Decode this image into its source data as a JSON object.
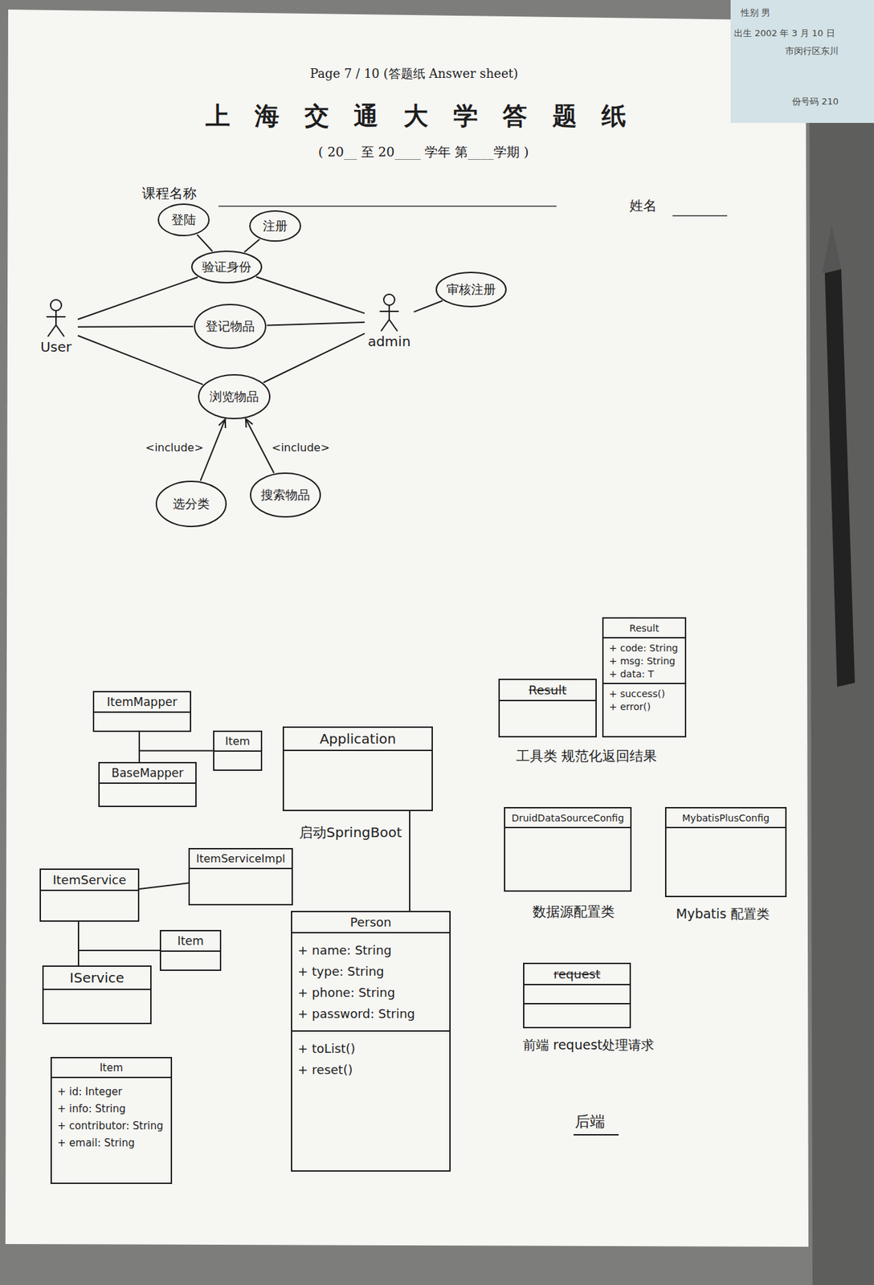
{
  "diagram": {
    "title": "上 海 交 通 大 学 答 题 纸",
    "nodes": [
      {
        "text": [
          "登陆"
        ]
      },
      {
        "text": [
          "注册"
        ]
      },
      {
        "text": [
          "验证身份"
        ]
      },
      {
        "text": [
          "User"
        ]
      },
      {
        "text": [
          "登记物品"
        ]
      },
      {
        "text": [
          "admin"
        ]
      },
      {
        "text": [
          "审核注册"
        ]
      },
      {
        "text": [
          "浏览物品"
        ]
      },
      {
        "text": [
          "搜索物品"
        ]
      },
      {
        "text": [
          "选分类"
        ]
      },
      {
        "text": [
          "Result",
          "+ code: String",
          "+ msg: String",
          "+ data: T",
          "+ success()",
          "+ error()"
        ]
      },
      {
        "text": [
          "ItemMapper"
        ]
      },
      {
        "text": [
          "Result"
        ]
      },
      {
        "text": [
          "Item"
        ]
      },
      {
        "text": [
          "Application"
        ]
      },
      {
        "text": [
          "BaseMapper"
        ]
      },
      {
        "text": [
          "DruidDataSourceConfig"
        ]
      },
      {
        "text": [
          "MybatisPlusConfig"
        ]
      },
      {
        "text": [
          "ItemServiceImpl"
        ]
      },
      {
        "text": [
          "ItemService"
        ]
      },
      {
        "text": [
          "Item"
        ]
      },
      {
        "text": [
          "Person",
          "+ name: String",
          "+ type: String",
          "+ phone: String",
          "+ password: String",
          "+ toList()",
          "+ reset()"
        ]
      },
      {
        "text": [
          "IService"
        ]
      },
      {
        "text": [
          "request"
        ]
      },
      {
        "text": [
          "Item",
          "+ id: Integer",
          "+ info: String",
          "+ contributor: String",
          "+ email: String"
        ]
      }
    ],
    "edges": [
      {
        "from": 3,
        "to": 2,
        "arrow": "none"
      },
      {
        "from": 3,
        "to": 4,
        "arrow": "none"
      },
      {
        "from": 3,
        "to": 7,
        "arrow": "none"
      },
      {
        "from": 5,
        "to": 2,
        "arrow": "none"
      },
      {
        "from": 5,
        "to": 4,
        "arrow": "none"
      },
      {
        "from": 5,
        "to": 7,
        "arrow": "none"
      },
      {
        "from": 5,
        "to": 6,
        "arrow": "none"
      },
      {
        "from": 0,
        "to": 2,
        "arrow": "none"
      },
      {
        "from": 1,
        "to": 2,
        "arrow": "none"
      },
      {
        "from": 9,
        "to": 7,
        "arrow": "to",
        "label": "<include>"
      },
      {
        "from": 8,
        "to": 7,
        "arrow": "to",
        "label": "<include>"
      },
      {
        "from": 11,
        "to": 15,
        "arrow": "none"
      },
      {
        "from": 13,
        "to": 15,
        "arrow": "none"
      },
      {
        "from": 19,
        "to": 18,
        "arrow": "none"
      },
      {
        "from": 19,
        "to": 22,
        "arrow": "none"
      },
      {
        "from": 20,
        "to": 22,
        "arrow": "none"
      },
      {
        "from": 14,
        "to": 21,
        "arrow": "none"
      }
    ],
    "labels": [
      "Page 7 / 10 (答题纸 Answer sheet)",
      "( 20__ 至 20____ 学年 第____学期 )",
      "课程名称",
      "姓名",
      "启动SpringBoot",
      "工具类 规范化返回结果",
      "数据源配置类",
      "Mybatis 配置类",
      "前端 request处理请求",
      "后端",
      "性别 男",
      "出生 2002 年 3 月 10 日",
      "市闵行区东川",
      "份号码 210"
    ]
  }
}
